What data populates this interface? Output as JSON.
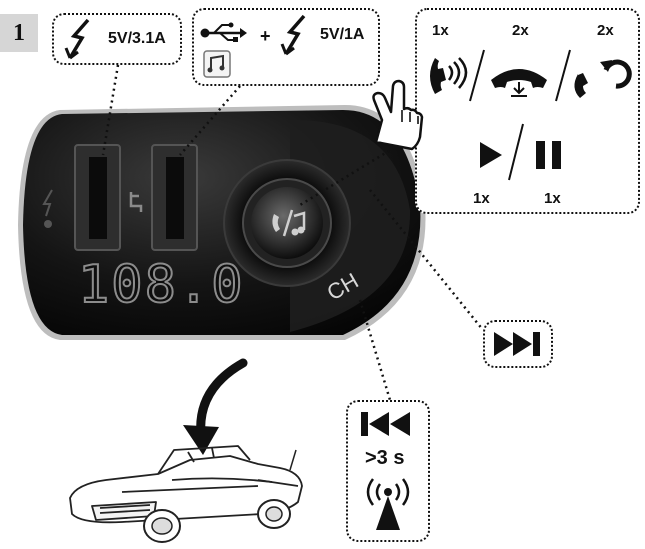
{
  "step": {
    "number": "1"
  },
  "usb_port_1": {
    "output": "5V/3.1A",
    "icon": "charging-bolt-icon"
  },
  "usb_port_2": {
    "plus": "+",
    "output": "5V/1A",
    "icons": [
      "usb-icon",
      "music-file-icon",
      "charging-bolt-icon"
    ]
  },
  "call_controls": {
    "answer": {
      "presses": "1x",
      "icon": "answer-call-icon"
    },
    "reject": {
      "presses": "2x",
      "icon": "hang-up-icon"
    },
    "redial": {
      "presses": "2x",
      "icon": "redial-icon"
    },
    "play": {
      "presses": "1x",
      "icon": "play-icon"
    },
    "pause": {
      "presses": "1x",
      "icon": "pause-icon"
    }
  },
  "device": {
    "display": "108.0",
    "knob_symbol": "call/music",
    "channel_label": "CH"
  },
  "next_track": {
    "icon": "next-track-icon"
  },
  "previous_track": {
    "hold": ">3 s",
    "icons": [
      "previous-track-icon",
      "antenna-icon"
    ]
  },
  "colors": {
    "device_body": "#111111",
    "step_badge": "#d6d6d6",
    "dotted_lines": "#111111"
  }
}
